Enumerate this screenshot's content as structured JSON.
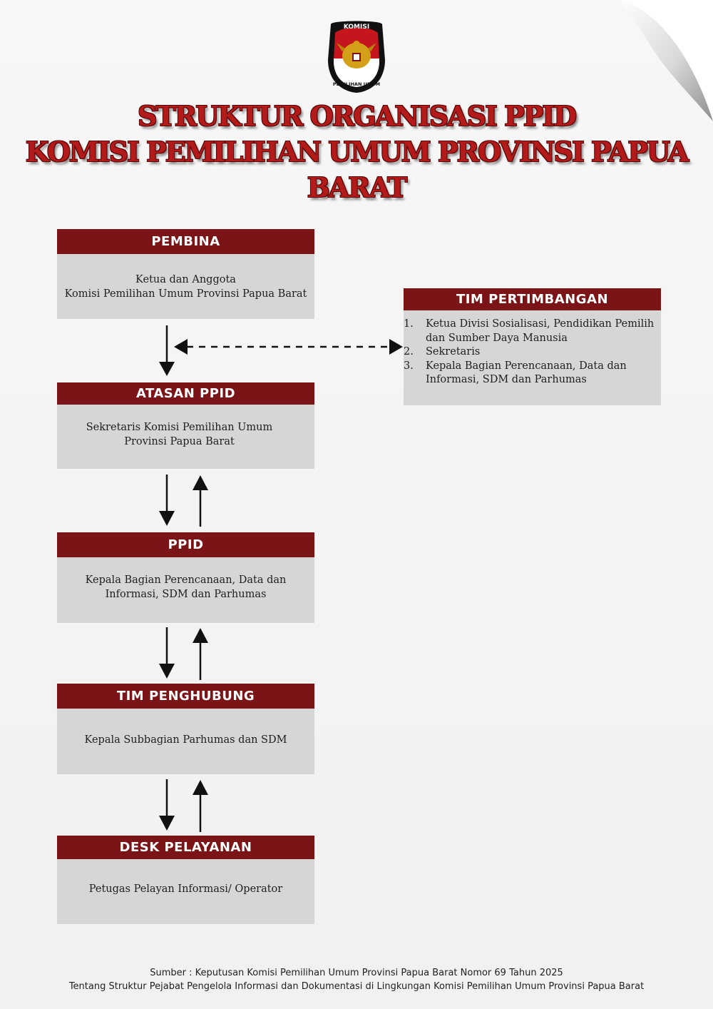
{
  "logo": {
    "text_top": "KOMISI",
    "text_bottom": "PEMILIHAN UMUM",
    "icon": "garuda-emblem-icon"
  },
  "title": {
    "line1": "STRUKTUR ORGANISASI PPID",
    "line2": "KOMISI PEMILIHAN UMUM PROVINSI PAPUA BARAT"
  },
  "boxes": {
    "pembina": {
      "heading": "PEMBINA",
      "lines": [
        "Ketua dan Anggota",
        "Komisi Pemilihan Umum Provinsi Papua Barat"
      ]
    },
    "atasan": {
      "heading": "ATASAN PPID",
      "lines": [
        "Sekretaris Komisi Pemilihan Umum",
        "Provinsi Papua Barat"
      ]
    },
    "ppid": {
      "heading": "PPID",
      "lines": [
        "Kepala Bagian Perencanaan, Data dan",
        "Informasi, SDM dan Parhumas"
      ]
    },
    "penghubung": {
      "heading": "TIM PENGHUBUNG",
      "lines": [
        "Kepala Subbagian Parhumas dan SDM"
      ]
    },
    "desk": {
      "heading": "DESK PELAYANAN",
      "lines": [
        "Petugas Pelayan Informasi/ Operator"
      ]
    },
    "tim": {
      "heading": "TIM PERTIMBANGAN",
      "items": [
        {
          "num": "1.",
          "text": "Ketua Divisi Sosialisasi, Pendidikan Pemilih dan Sumber Daya Manusia"
        },
        {
          "num": "2.",
          "text": "Sekretaris"
        },
        {
          "num": "3.",
          "text": "Kepala Bagian Perencanaan, Data dan Informasi, SDM dan Parhumas"
        }
      ]
    }
  },
  "footer": {
    "line1": "Sumber : Keputusan Komisi Pemilihan Umum Provinsi Papua Barat Nomor 69 Tahun 2025",
    "line2": "Tentang Struktur Pejabat Pengelola Informasi dan Dokumentasi di Lingkungan Komisi Pemilihan Umum Provinsi Papua Barat"
  },
  "colors": {
    "header": "#7a1417",
    "body": "#d6d6d6",
    "title": "#b31a1a"
  }
}
